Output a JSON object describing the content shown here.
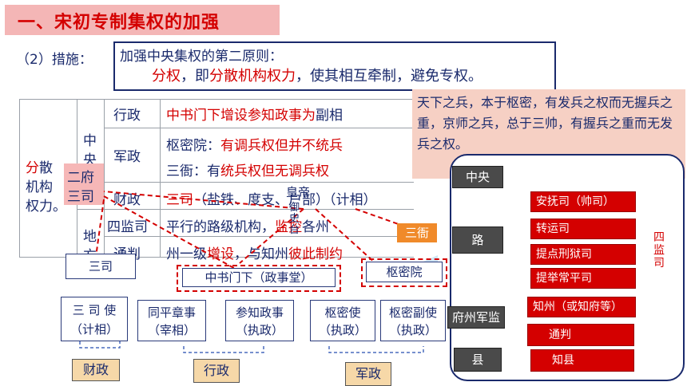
{
  "title": "一、宋初专制集权的加强",
  "measures_label": "（2）措施：",
  "principle": {
    "line1": "加强中央集权的第二原则：",
    "line2_a": "分权",
    "line2_b": "，即",
    "line2_c": "分散机构权力",
    "line2_d": "，使其相互牵制，避免专权。"
  },
  "left_label": {
    "char1": "分",
    "char2": "散",
    "line2": "机构",
    "line3": "权力",
    "dot": "。"
  },
  "group_central": [
    "中",
    "央"
  ],
  "group_local": [
    "地",
    "方"
  ],
  "rows": {
    "admin": {
      "label": "行政",
      "red": "中书门下增设参知政事为",
      "blue": "副相"
    },
    "military": {
      "label": "军政",
      "blue": "枢密院：",
      "red": "有调兵权但并不统兵"
    },
    "sanya": {
      "blue": "三衙：有",
      "red": "统兵权但无调兵权"
    },
    "finance": {
      "label": "财政",
      "red": "三司",
      "blue": "（盐铁、度支、户部）（计相）"
    },
    "circuit": {
      "label": "四监司",
      "blue": "平行的路级机构，",
      "red": "监控",
      "blue2": "各州"
    },
    "tongpan": {
      "label": "通判",
      "blue": "州一级",
      "red": "增设",
      "blue2": "，与知州",
      "red2": "彼此制约"
    }
  },
  "erfu_sansi": {
    "line1": "二府",
    "line2": "三司"
  },
  "quote": "天下之兵，本于枢密，有发兵之权而无握兵之重，京师之兵，总于三帅，有握兵之重而无发兵之权。",
  "diagram": {
    "emperor": "皇帝",
    "emperor2": "御\n史\n台",
    "sanya": "三衙",
    "sansi": "三司",
    "zhongshu": "中书门下（政事堂）",
    "shumiyuan": "枢密院",
    "sansi_shi": "三 司 使\n（计相）",
    "tongping": "同平章事\n（宰相）",
    "canzhi": "参知政事\n（执政）",
    "shumi_shi": "枢密使\n（执政）",
    "shumi_fushi": "枢密副使\n（执政）",
    "tag_finance": "财政",
    "tag_admin": "行政",
    "tag_military": "军政"
  },
  "flow": {
    "central": "中央",
    "lu": "路",
    "fuzhoujunjian": "府州军监",
    "xian": "县",
    "anfu": "安抚司（帅司）",
    "zhuanyun": "转运司",
    "tidian": "提点刑狱司",
    "tiju": "提举常平司",
    "zhizhou": "知州（或知府等）",
    "tongpan": "通判",
    "zhixian": "知县",
    "sijiansi": "四\n监\n司"
  },
  "colors": {
    "accent_red": "#d40000",
    "navy": "#1a2a6c",
    "title_bg": "#f4b6b6",
    "quote_bg": "#f6d0c4",
    "sanya_orange": "#f08a2a"
  }
}
